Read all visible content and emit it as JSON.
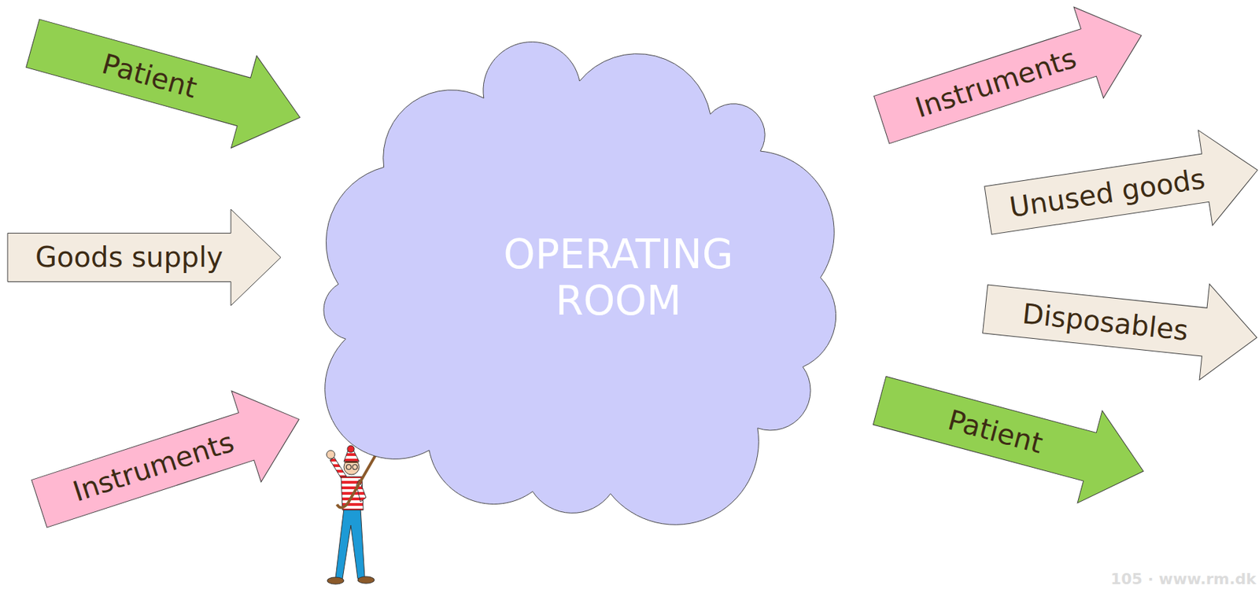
{
  "diagram": {
    "nodes": [
      {
        "text": [
          "Patient"
        ]
      },
      {
        "text": [
          "Goods supply"
        ]
      },
      {
        "text": [
          "Instruments"
        ]
      },
      {
        "text": [
          "OPERATING ROOM"
        ]
      },
      {
        "text": [
          "Instruments"
        ]
      },
      {
        "text": [
          "Unused goods"
        ]
      },
      {
        "text": [
          "Disposables"
        ]
      },
      {
        "text": [
          "Patient"
        ]
      }
    ],
    "labels": [
      "105 · www.rm.dk"
    ]
  }
}
